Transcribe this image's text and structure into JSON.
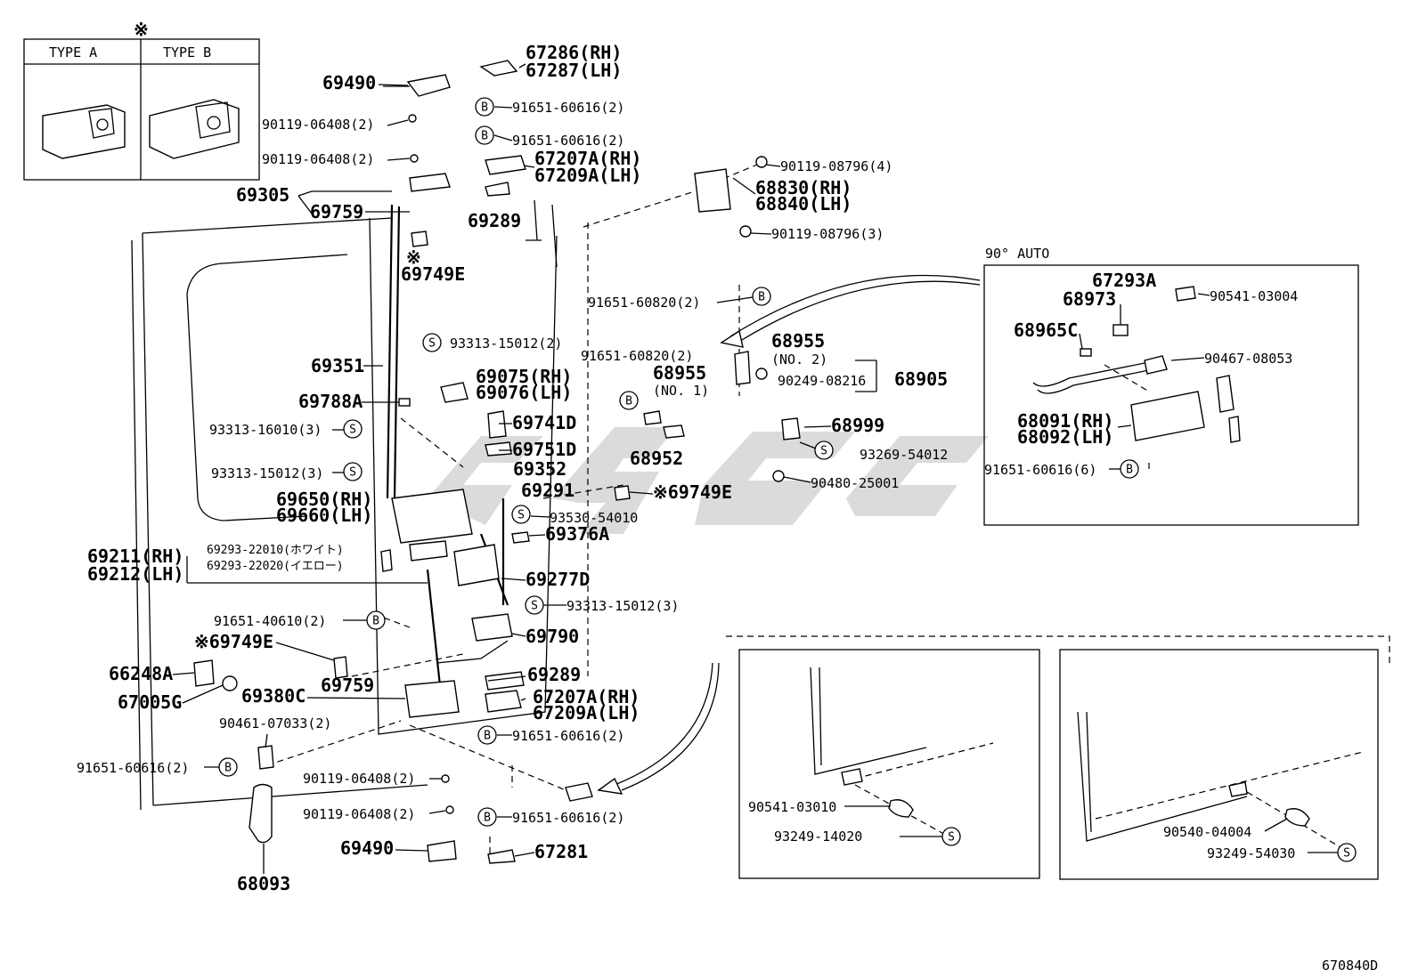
{
  "type_box": {
    "marker": "※",
    "type_a": "TYPE A",
    "type_b": "TYPE B"
  },
  "labels": {
    "l69490a": "69490",
    "l90119a": "90119-06408(2)",
    "l90119b": "90119-06408(2)",
    "l69305": "69305",
    "l69759a": "69759",
    "l69749e_a": "69749E",
    "l69749e_a_mark": "※",
    "l67286": "67286(RH)",
    "l67287": "67287(LH)",
    "l91651_616a": "91651-60616(2)",
    "l91651_616b": "91651-60616(2)",
    "l67207a_top": "67207A(RH)",
    "l67209a_top": "67209A(LH)",
    "l69289_top": "69289",
    "l90119_08796_4": "90119-08796(4)",
    "l68830": "68830(RH)",
    "l68840": "68840(LH)",
    "l90119_08796_3": "90119-08796(3)",
    "l91651_820a": "91651-60820(2)",
    "l69351": "69351",
    "l93313_15012_2": "93313-15012(2)",
    "l69075": "69075(RH)",
    "l69076": "69076(LH)",
    "l69788a": "69788A",
    "l91651_820b": "91651-60820(2)",
    "l68955_no1": "68955",
    "l68955_no1_sub": "(NO. 1)",
    "l68955_no2": "68955",
    "l68955_no2_sub": "(NO. 2)",
    "l90249": "90249-08216",
    "l68905": "68905",
    "l93313_16010": "93313-16010(3)",
    "l69741d": "69741D",
    "l69751d": "69751D",
    "l68952": "68952",
    "l68999": "68999",
    "l93269": "93269-54012",
    "l93313_15012_3a": "93313-15012(3)",
    "l69352": "69352",
    "l69291": "69291",
    "l90480": "90480-25001",
    "l69650": "69650(RH)",
    "l69660": "69660(LH)",
    "l69749e_b": "※69749E",
    "l93530": "93530-54010",
    "l69376a": "69376A",
    "l69211": "69211(RH)",
    "l69212": "69212(LH)",
    "l69293_1": "69293-22010(ホワイト)",
    "l69293_2": "69293-22020(イエロー)",
    "l69277d": "69277D",
    "l93313_15012_3b": "93313-15012(3)",
    "l91651_40610": "91651-40610(2)",
    "l69790": "69790",
    "l69749e_c": "※69749E",
    "l66248a": "66248A",
    "l69759b": "69759",
    "l69289_bot": "69289",
    "l67005g": "67005G",
    "l69380c": "69380C",
    "l67207a_bot": "67207A(RH)",
    "l67209a_bot": "67209A(LH)",
    "l90461": "90461-07033(2)",
    "l91651_616c": "91651-60616(2)",
    "l91651_616d": "91651-60616(2)",
    "l90119c": "90119-06408(2)",
    "l90119d": "90119-06408(2)",
    "l91651_616e": "91651-60616(2)",
    "l69490b": "69490",
    "l67281": "67281",
    "l68093": "68093",
    "l90541_03010": "90541-03010",
    "l93249_14020": "93249-14020",
    "l90540_04004": "90540-04004",
    "l93249_54030": "93249-54030",
    "l90auto": "90° AUTO",
    "l67293a": "67293A",
    "l68973": "68973",
    "l90541_03004": "90541-03004",
    "l68965c": "68965C",
    "l90467": "90467-08053",
    "l68091": "68091(RH)",
    "l68092": "68092(LH)",
    "l91651_616f": "91651-60616(6)",
    "diagram_code": "670840D"
  },
  "badges": {
    "b": "B",
    "s": "S"
  }
}
